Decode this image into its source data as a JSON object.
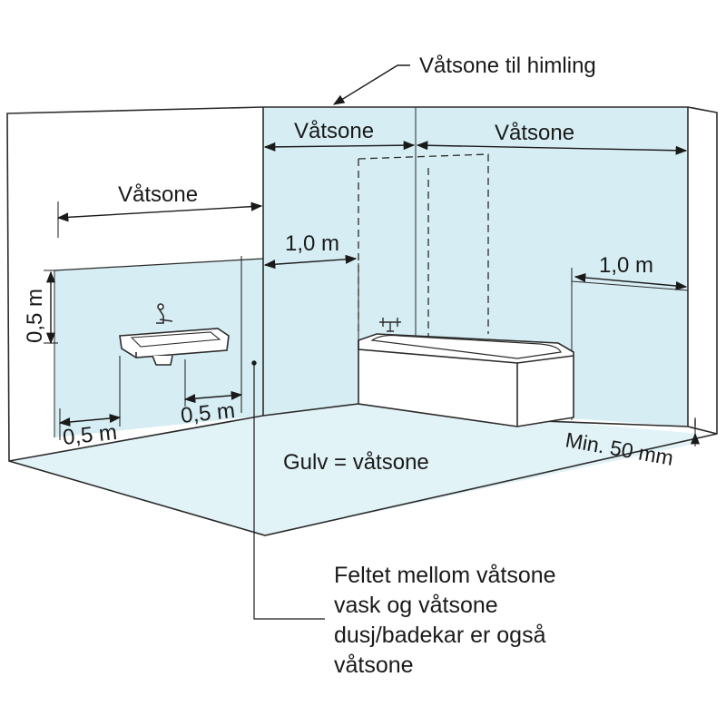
{
  "labels": {
    "ceiling": "Våtsone til himling",
    "back_left": "Våtsone",
    "back_right": "Våtsone",
    "left_wall": "Våtsone",
    "dim_back_1m": "1,0 m",
    "dim_right_1m": "1,0 m",
    "dim_vertical_05": "0,5 m",
    "dim_floor_left_05": "0,5 m",
    "dim_floor_right_05": "0,5 m",
    "floor": "Gulv = våtsone",
    "min_height": "Min. 50 mm"
  },
  "note_lines": [
    "Feltet mellom våtsone",
    "vask og våtsone",
    "dusj/badekar er også",
    "våtsone"
  ],
  "colors": {
    "wet_zone": "#d6eef3",
    "wet_zone_light": "#e2f3f7",
    "line": "#2b2b2b"
  }
}
